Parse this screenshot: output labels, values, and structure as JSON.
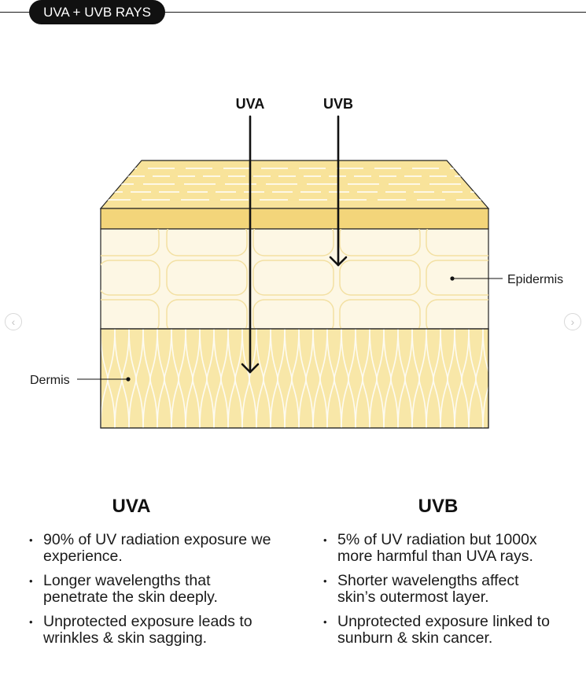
{
  "header": {
    "pill_label": "UVA + UVB RAYS"
  },
  "diagram": {
    "arrow_uva_label": "UVA",
    "arrow_uvb_label": "UVB",
    "label_epidermis": "Epidermis",
    "label_dermis": "Dermis",
    "colors": {
      "top_face": "#f8e39a",
      "band": "#f3d57a",
      "epidermis": "#fdf7e4",
      "dermis": "#f8e7a8",
      "outline": "#222222"
    }
  },
  "nav": {
    "prev_icon": "chevron-left-icon",
    "next_icon": "chevron-right-icon"
  },
  "uva": {
    "title": "UVA",
    "points": [
      "90% of UV radiation exposure we experience.",
      "Longer wavelengths that penetrate the skin deeply.",
      "Unprotected exposure leads to wrinkles & skin sagging."
    ]
  },
  "uvb": {
    "title": "UVB",
    "points": [
      "5% of UV radiation but 1000x more harmful than UVA rays.",
      "Shorter wavelengths affect skin’s outermost layer.",
      "Unprotected exposure linked to sunburn & skin cancer."
    ]
  }
}
